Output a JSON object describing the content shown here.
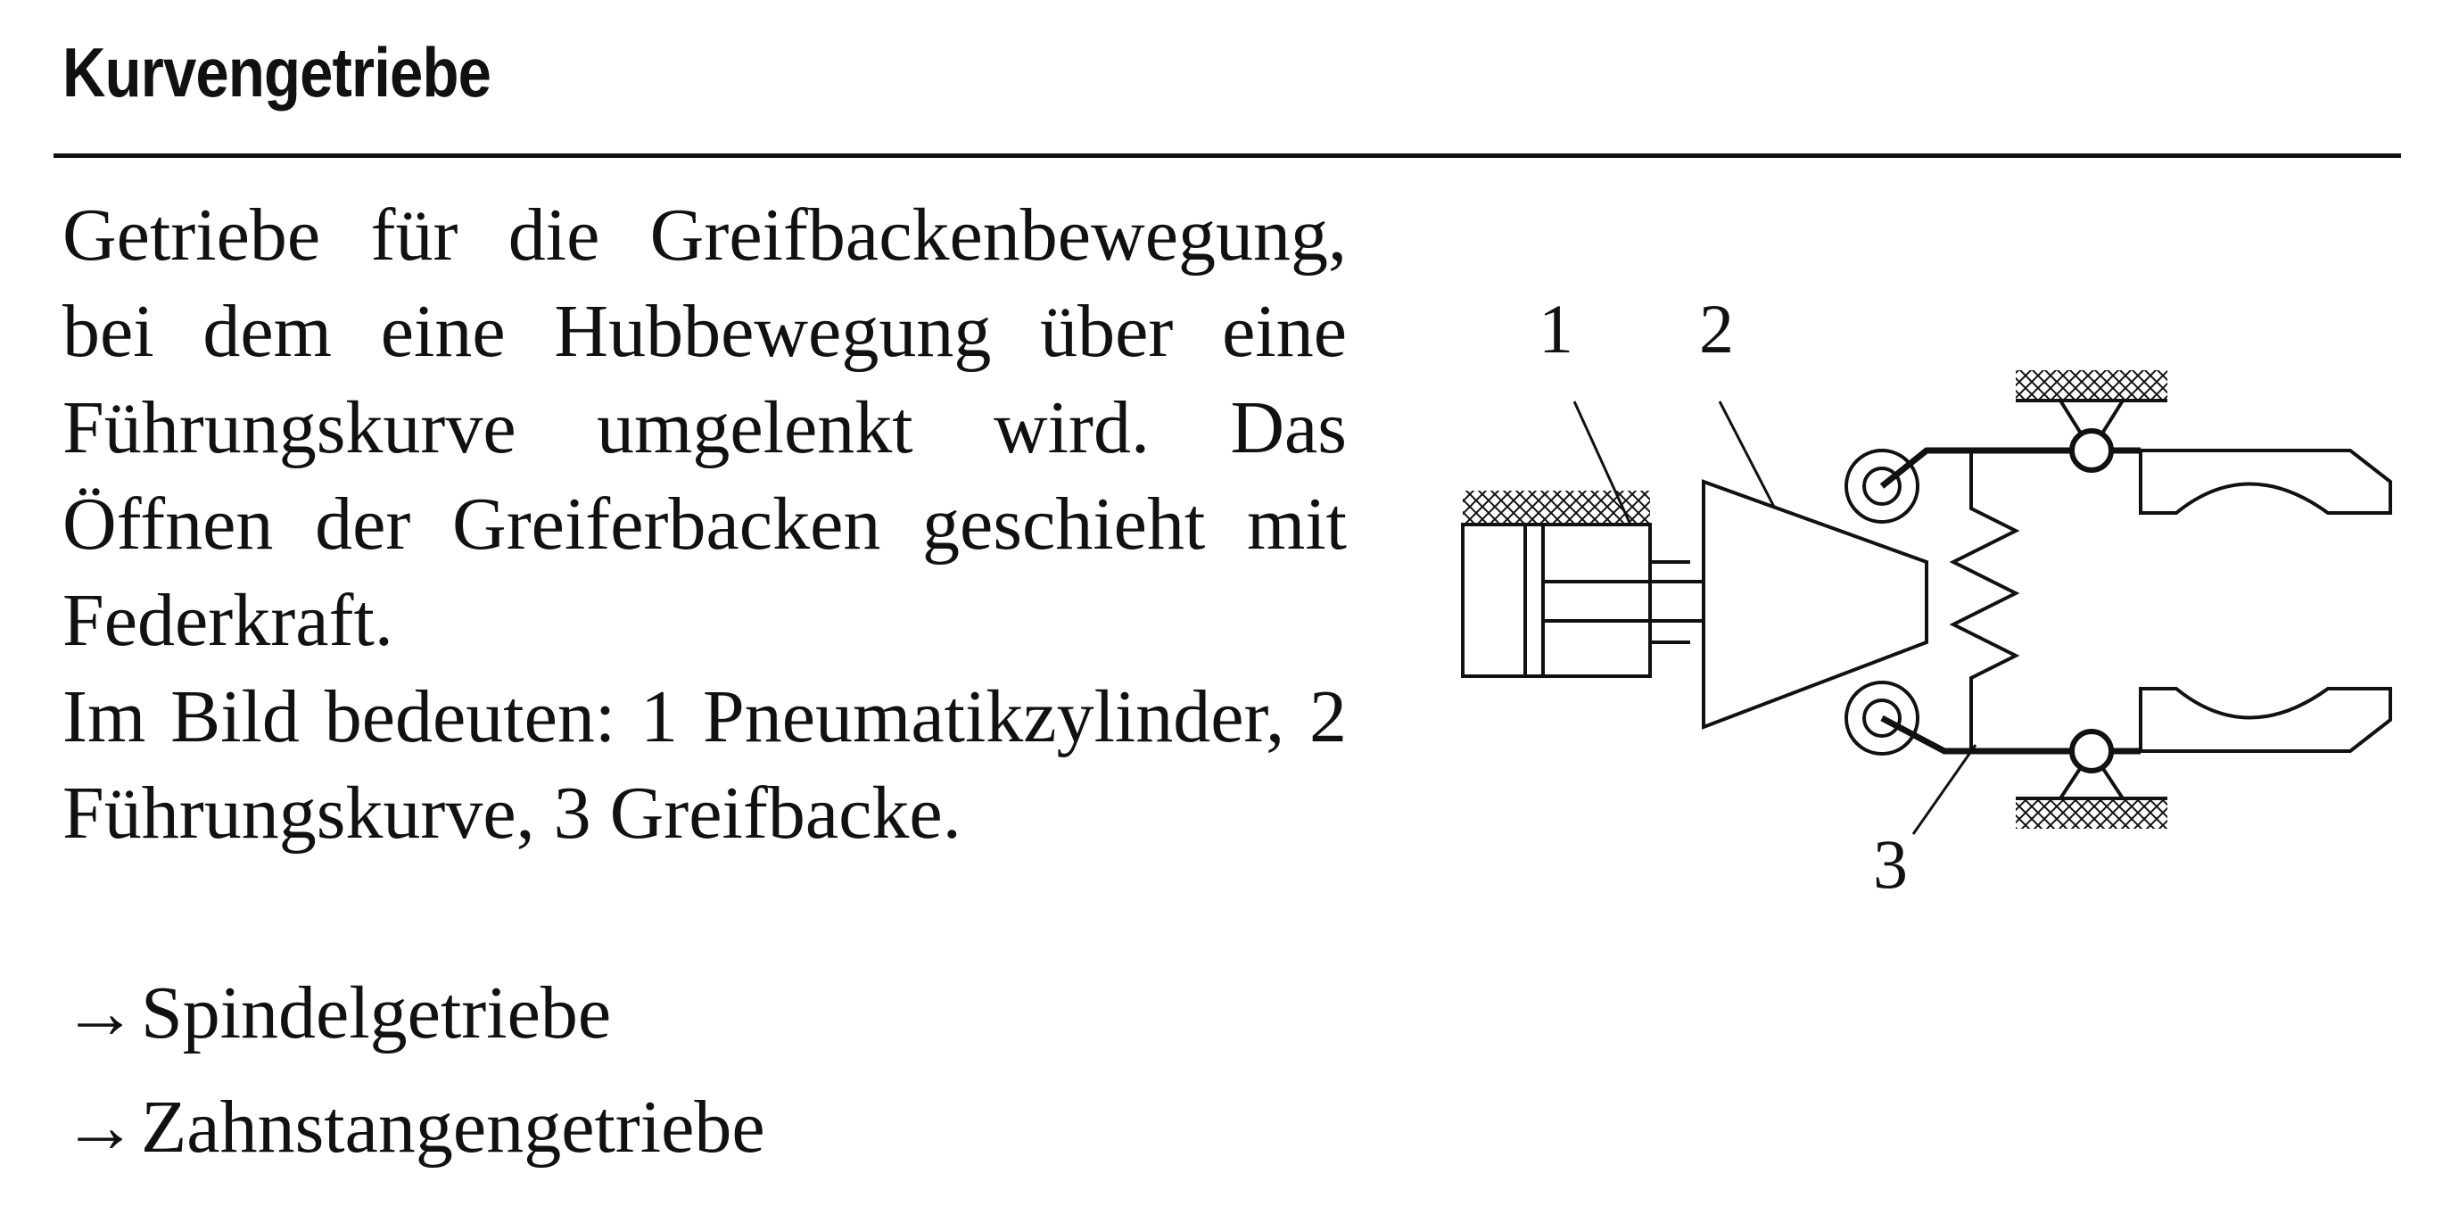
{
  "heading": "Kurvengetriebe",
  "paragraphs": [
    "Getriebe für die Greifbackenbewe­gung, bei dem eine Hubbewegung über eine Führungskurve umgelenkt wird. Das Öffnen der Greiferbacken geschieht mit Federkraft.",
    "Im Bild bedeuten: 1 Pneumatik­zylinder, 2 Führungskurve, 3 Greif­backe."
  ],
  "cross_references": [
    {
      "arrow": "→",
      "label": "Spindelgetriebe"
    },
    {
      "arrow": "→",
      "label": "Zahnstangengetriebe"
    }
  ],
  "diagram": {
    "labels": {
      "cylinder": "1",
      "cam": "2",
      "jaw": "3"
    }
  }
}
